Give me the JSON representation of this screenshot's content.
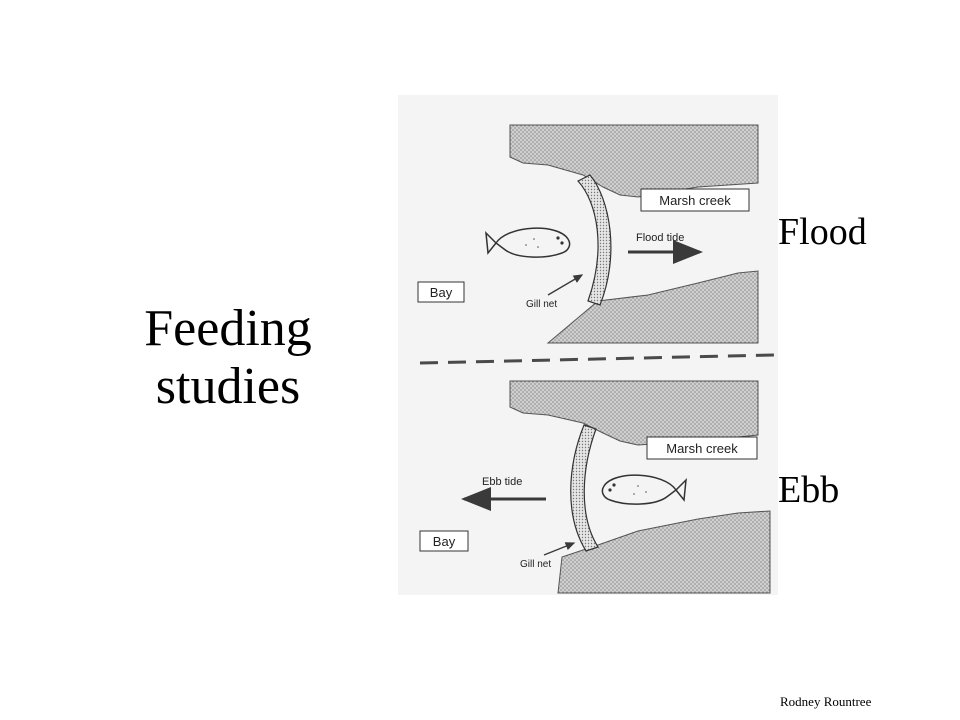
{
  "slide": {
    "title_line1": "Feeding",
    "title_line2": "studies",
    "credit": "Rodney Rountree"
  },
  "flood_panel": {
    "phase_label": "Flood",
    "location_label": "Marsh creek",
    "bay_label": "Bay",
    "tide_label": "Flood tide",
    "net_label": "Gill net"
  },
  "ebb_panel": {
    "phase_label": "Ebb",
    "location_label": "Marsh creek",
    "bay_label": "Bay",
    "tide_label": "Ebb tide",
    "net_label": "Gill net"
  },
  "colors": {
    "land_fill": "#d9d9d9",
    "panel_bg": "#f1f1f1",
    "ink": "#3a3a3a"
  }
}
